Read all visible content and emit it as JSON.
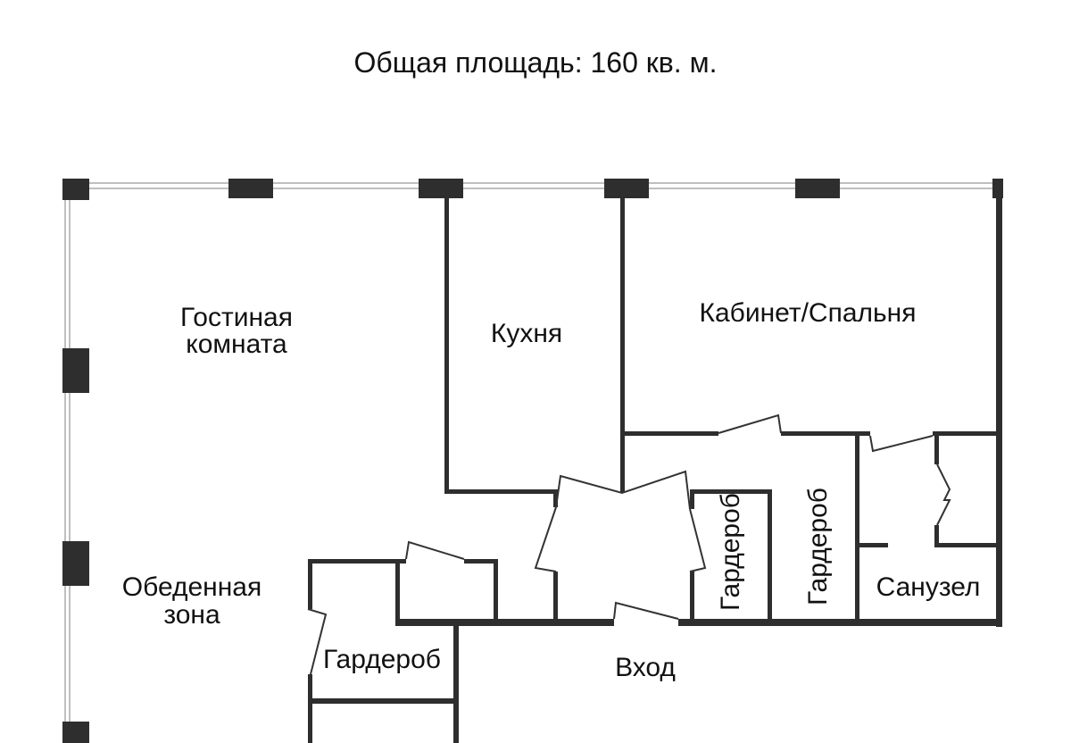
{
  "header": {
    "title": "Общая площадь: 160 кв. м."
  },
  "rooms": {
    "living_line1": "Гостиная",
    "living_line2": "комната",
    "kitchen": "Кухня",
    "office": "Кабинет/Спальня",
    "dining_line1": "Обеденная",
    "dining_line2": "зона",
    "wardrobe_left": "Гардероб",
    "wardrobe_mid1": "Гардероб",
    "wardrobe_mid2": "Гардероб",
    "bathroom": "Санузел",
    "entrance": "Вход"
  },
  "colors": {
    "wall": "#2e2e2e",
    "background": "#ffffff"
  }
}
